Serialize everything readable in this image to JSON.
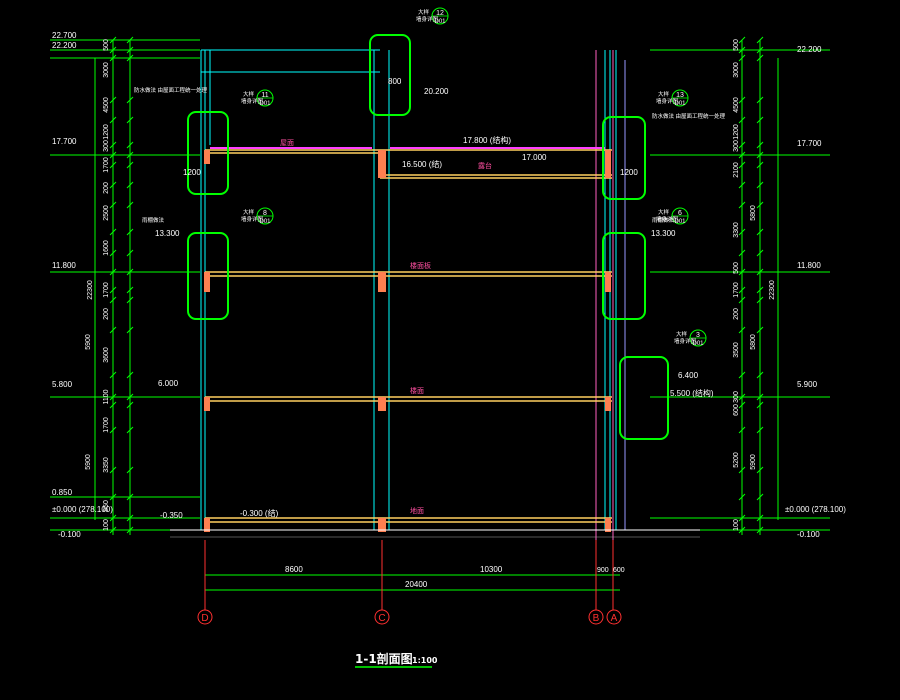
{
  "title": {
    "main": "1-1剖面图",
    "scale": "1:100"
  },
  "colors": {
    "bg": "#000000",
    "dim": "#00ff00",
    "cyan": "#00ffff",
    "slab": "#ffd060",
    "col": "#ff7f50",
    "callout": "#00ff00",
    "pink": "#ff4fa0",
    "text": "#ffffff",
    "grid": "#ff3030"
  },
  "left_elevations": [
    "22.700",
    "22.200",
    "17.700",
    "11.800",
    "5.800",
    "0.850",
    "±0.000 (278.100)",
    "-0.100"
  ],
  "right_elevations": [
    "22.200",
    "17.700",
    "11.800",
    "5.900",
    "±0.000 (278.100)",
    "-0.100"
  ],
  "left_dims": {
    "outer": [
      "500",
      "3000",
      "4500",
      "1200",
      "300",
      "1700",
      "200",
      "2500",
      "1600",
      "1700",
      "200",
      "3600",
      "5900",
      "1100",
      "1700",
      "3350",
      "5900",
      "850",
      "100"
    ],
    "total": "22300"
  },
  "right_dims": {
    "outer": [
      "500",
      "3000",
      "4500",
      "1200",
      "300",
      "2100",
      "5800",
      "3300",
      "500",
      "1700",
      "200",
      "3500",
      "5800",
      "300",
      "600",
      "5200",
      "5900",
      "100"
    ],
    "total": "22300"
  },
  "inner_labels": {
    "l_13300": "13.300",
    "r_13300": "13.300",
    "l_6000": "6.000",
    "r_6400": "6.400",
    "r_5500": "5.500 (结构)",
    "m_17800": "17.800 (结构)",
    "m_16500": "16.500 (结)",
    "m_17000": "17.000",
    "m_m0300": "-0.300 (结)",
    "m_m0350": "-0.350",
    "top_20200": "20.200",
    "top_800": "800",
    "l_1200": "1200",
    "r_1200": "1200",
    "pink_1": "屋面",
    "pink_2": "露台",
    "pink_3": "楼面板",
    "pink_4": "楼面",
    "pink_5": "地面"
  },
  "callouts": [
    {
      "id": "c12",
      "num": "12",
      "sheet": "D01",
      "tag": "大样",
      "note": "墙身详图"
    },
    {
      "id": "c11",
      "num": "11",
      "sheet": "D01",
      "tag": "大样",
      "note": "墙身详图",
      "side": "防水做法 由屋面工程统一处理"
    },
    {
      "id": "c13",
      "num": "13",
      "sheet": "D01",
      "tag": "大样",
      "note": "墙身详图",
      "side": "防水做法 由屋面工程统一处理"
    },
    {
      "id": "c8",
      "num": "8",
      "sheet": "D01",
      "tag": "大样",
      "note": "墙身详图",
      "side": "雨棚做法"
    },
    {
      "id": "c6",
      "num": "6",
      "sheet": "D01",
      "tag": "大样",
      "note": "墙身详图",
      "side": "雨棚做法"
    },
    {
      "id": "c3",
      "num": "3",
      "sheet": "D01",
      "tag": "大样",
      "note": "墙身详图"
    }
  ],
  "bottom_dims": {
    "d_c": "8600",
    "c_b": "10300",
    "b_a1": "900",
    "b_a2": "600",
    "total": "20400"
  },
  "axes": [
    "D",
    "C",
    "B",
    "A"
  ]
}
